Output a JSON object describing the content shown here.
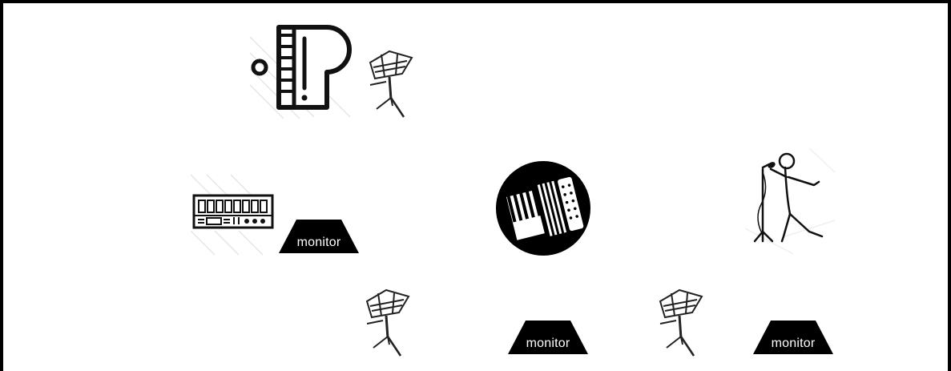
{
  "stage_plan": {
    "monitors": [
      {
        "label": "monitor"
      },
      {
        "label": "monitor"
      },
      {
        "label": "monitor"
      }
    ],
    "icons": [
      "grand-piano-icon",
      "music-stand-icon",
      "keyboard-icon",
      "accordion-icon",
      "singer-with-microphone-icon",
      "music-stand-icon",
      "music-stand-icon"
    ]
  }
}
